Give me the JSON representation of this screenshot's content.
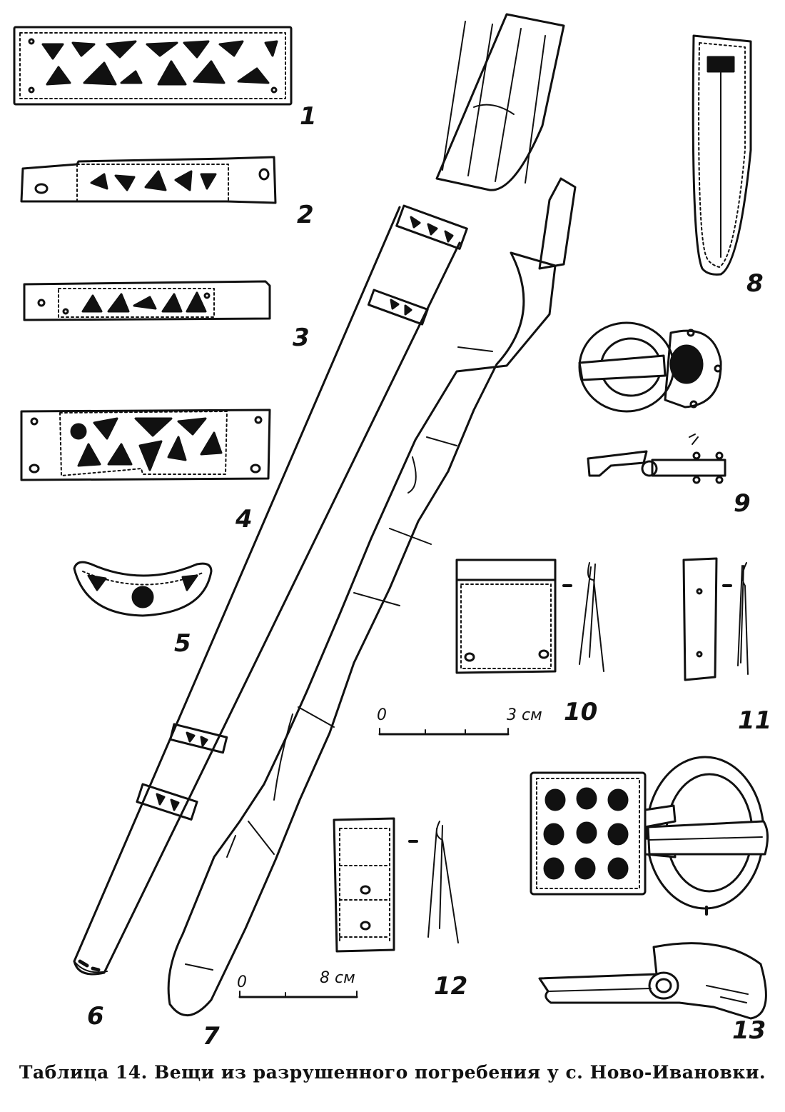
{
  "caption": "Таблица 14. Вещи из разрушенного погребения у с. Ново-Ивановки.",
  "figures": [
    {
      "id": "fig-1",
      "label": "1"
    },
    {
      "id": "fig-2",
      "label": "2"
    },
    {
      "id": "fig-3",
      "label": "3"
    },
    {
      "id": "fig-4",
      "label": "4"
    },
    {
      "id": "fig-5",
      "label": "5"
    },
    {
      "id": "fig-6",
      "label": "6"
    },
    {
      "id": "fig-7",
      "label": "7"
    },
    {
      "id": "fig-8",
      "label": "8"
    },
    {
      "id": "fig-9",
      "label": "9"
    },
    {
      "id": "fig-10",
      "label": "10"
    },
    {
      "id": "fig-11",
      "label": "11"
    },
    {
      "id": "fig-12",
      "label": "12"
    },
    {
      "id": "fig-13",
      "label": "13"
    }
  ],
  "scales": {
    "small": {
      "start": "0",
      "end": "3 см"
    },
    "large": {
      "start": "0",
      "end": "8 см"
    }
  },
  "colors": {
    "ink": "#111111",
    "paper": "#ffffff"
  }
}
